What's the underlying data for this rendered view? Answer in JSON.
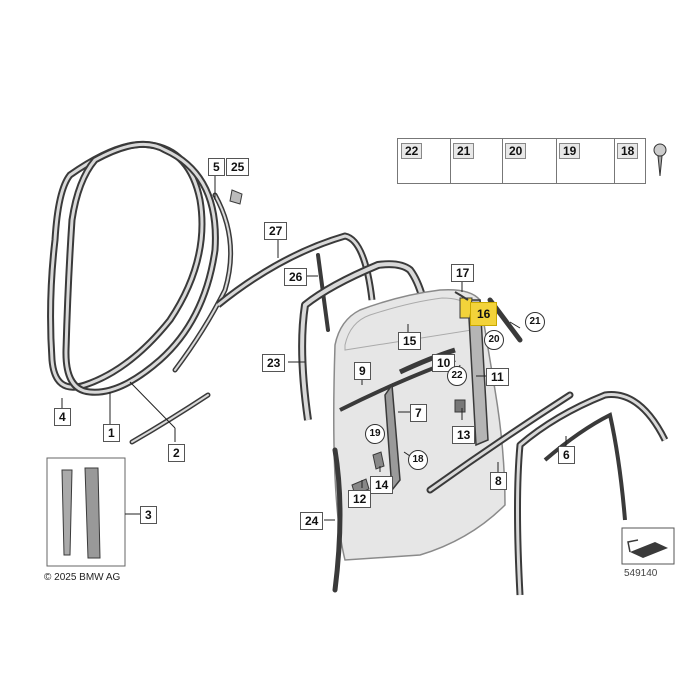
{
  "labels": {
    "l1": "1",
    "l2": "2",
    "l3": "3",
    "l4": "4",
    "l5": "5",
    "l6": "6",
    "l7": "7",
    "l8": "8",
    "l9": "9",
    "l10": "10",
    "l11": "11",
    "l12": "12",
    "l13": "13",
    "l14": "14",
    "l15": "15",
    "l16": "16",
    "l17": "17",
    "l18": "18",
    "l19": "19",
    "l20": "20",
    "l21": "21",
    "l22": "22",
    "l23": "23",
    "l24": "24",
    "l25": "25",
    "l26": "26",
    "l27": "27"
  },
  "tray": [
    "22",
    "21",
    "20",
    "19",
    "18"
  ],
  "footer": {
    "copyright": "© 2025 BMW AG",
    "doc_number": "549140"
  },
  "colors": {
    "highlight": "#f3d33a",
    "part_stroke": "#3a3a3a",
    "part_fill": "#d9d9d9"
  },
  "highlighted_part": "16"
}
